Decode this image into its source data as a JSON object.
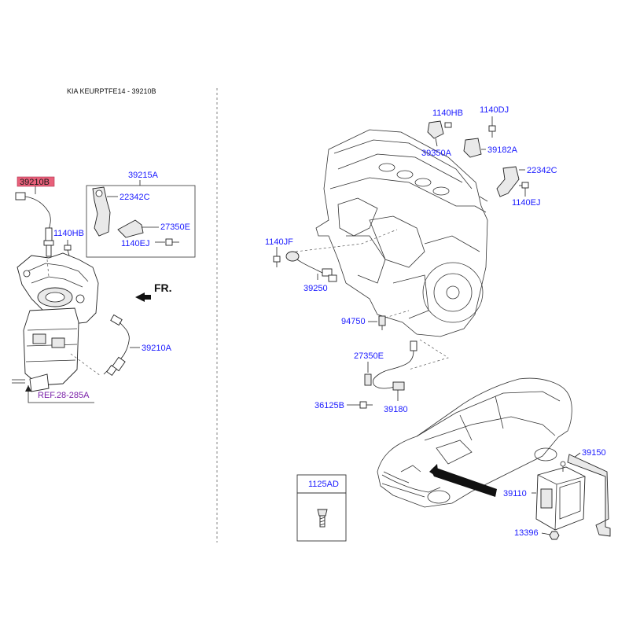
{
  "header": {
    "title": "KIA KEURPTFE14 - 39210B"
  },
  "highlight_color": "#e8607a",
  "label_color": "#1a1aff",
  "ref_color": "#7a1fa8",
  "direction_label": "FR.",
  "left_parts": {
    "sensor_selected": "39210B",
    "bracket_group": "39215A",
    "bracket": "22342C",
    "clip": "27350E",
    "bolt_a": "1140HB",
    "bolt_b": "1140EJ",
    "sensor_lower": "39210A",
    "reference": "REF.28-285A"
  },
  "engine_parts": {
    "bolt_hb": "1140HB",
    "bolt_dj": "1140DJ",
    "cam_sensor": "39350A",
    "bracket_a": "39182A",
    "bracket_c": "22342C",
    "bolt_ej": "1140EJ",
    "bolt_jf": "1140JF",
    "knock_sensor": "39250",
    "temp_sensor": "94750"
  },
  "crank_parts": {
    "clip": "27350E",
    "bolt": "36125B",
    "crank_sensor": "39180"
  },
  "ecu_parts": {
    "bracket": "39150",
    "ecu": "39110",
    "nut": "13396"
  },
  "fastener_box": {
    "label": "1125AD"
  }
}
